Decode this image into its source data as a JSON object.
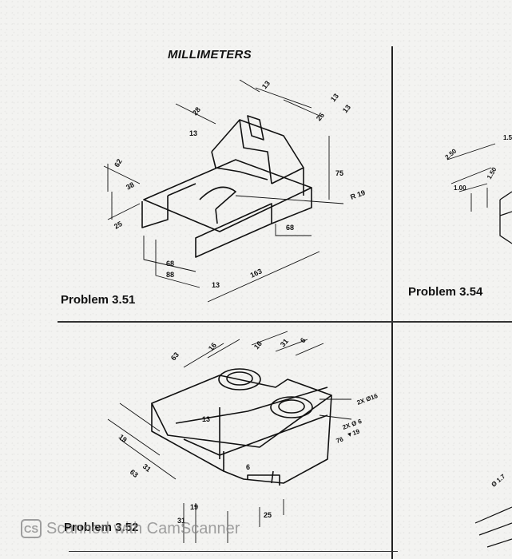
{
  "page": {
    "title": "MILLIMETERS",
    "problems": {
      "p351": "Problem 3.51",
      "p354": "Problem 3.54",
      "p352": "Problem 3.52"
    }
  },
  "fig351": {
    "dims": [
      "13",
      "28",
      "13",
      "26",
      "13",
      "13",
      "75",
      "62",
      "38",
      "25",
      "68",
      "88",
      "13",
      "163",
      "68",
      "R 19"
    ]
  },
  "fig354": {
    "dims": [
      "2.50",
      "1.50",
      "1.00",
      "1.5"
    ]
  },
  "fig352": {
    "dims": [
      "63",
      "16",
      "16",
      "31",
      "6",
      "2X Ø16",
      "2X Ø 6",
      "▼19",
      "76",
      "13",
      "19",
      "31",
      "63",
      "6",
      "19",
      "31",
      "25",
      "Ø 1.7"
    ]
  },
  "watermark": {
    "logo": "CS",
    "text": "Scanned with CamScanner"
  }
}
